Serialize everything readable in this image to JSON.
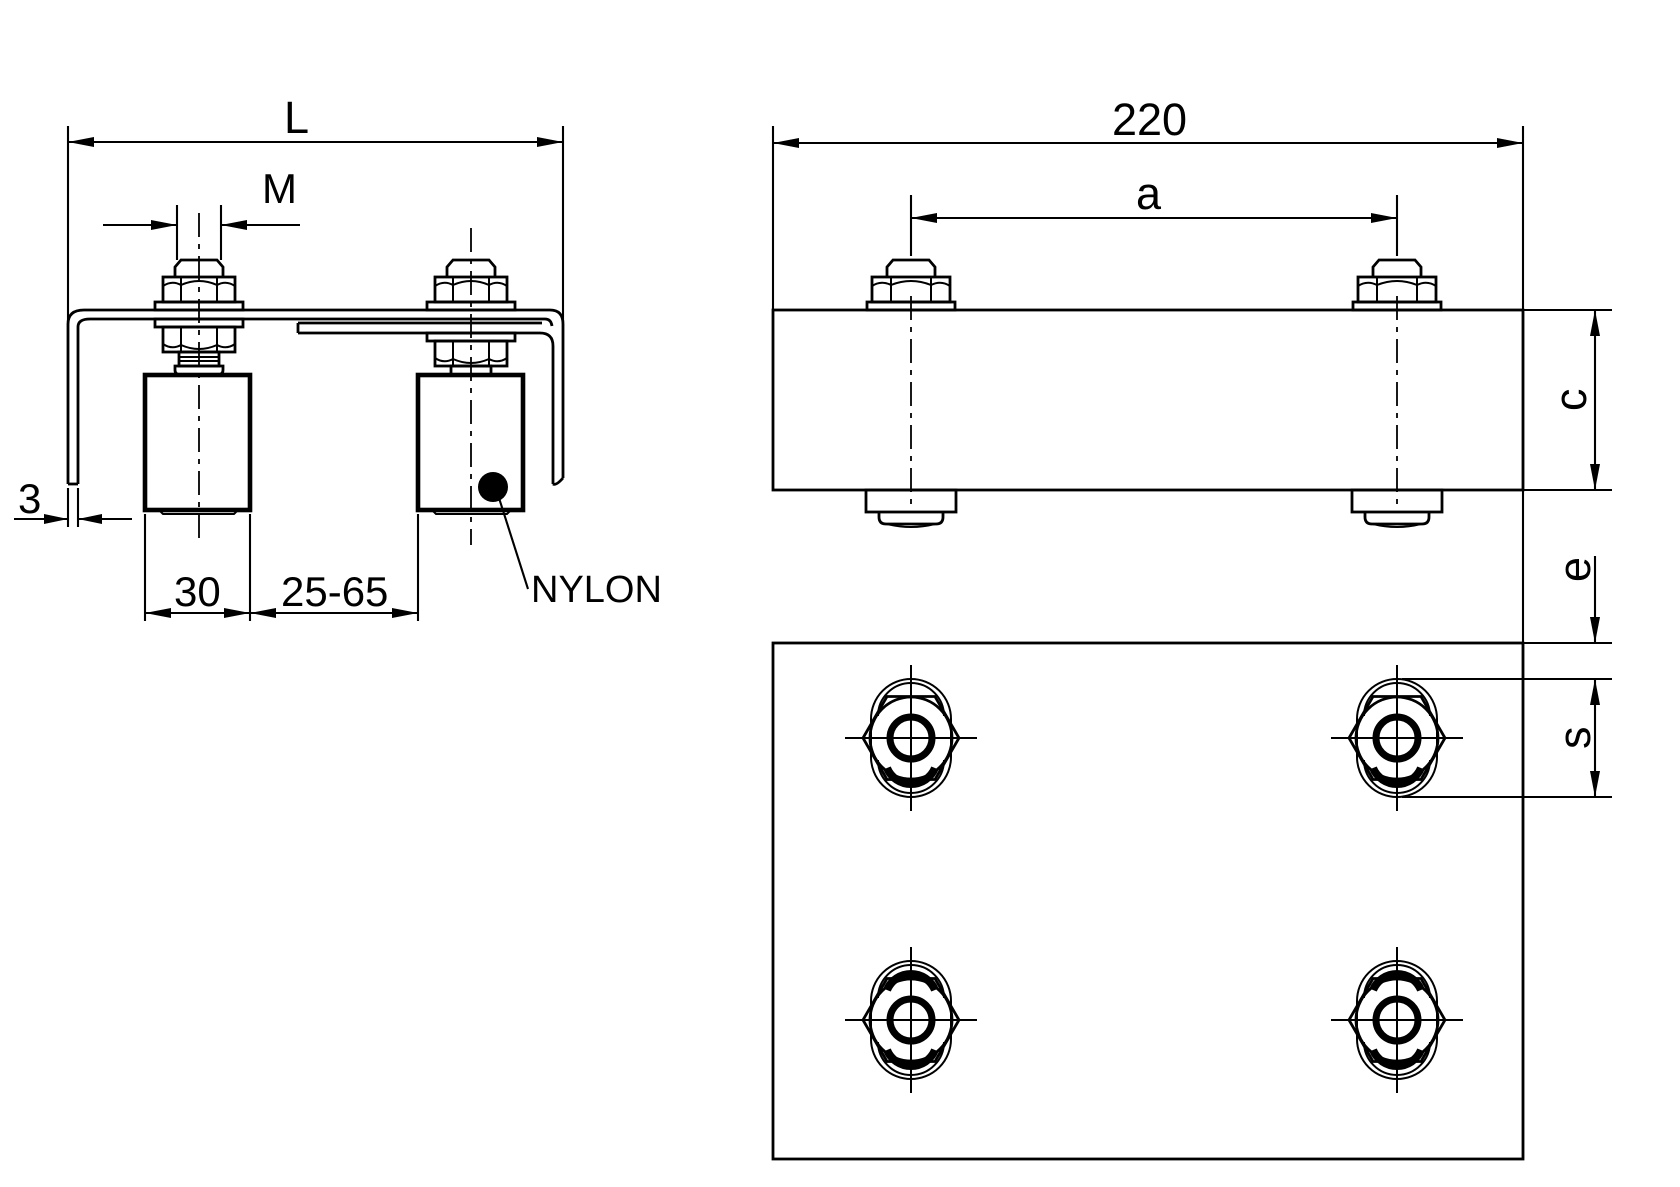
{
  "colors": {
    "line": "#000000",
    "background": "#ffffff"
  },
  "front_view": {
    "overall_length_label": "L",
    "thread_size_label": "M",
    "plate_thickness_label": "3",
    "roller_diameter_label": "30",
    "adjustment_range_label": "25-65",
    "material_callout": "NYLON"
  },
  "side_view": {
    "overall_width_label": "220",
    "bolt_spacing_label": "a",
    "profile_height_label": "c"
  },
  "plan_view": {
    "edge_distance_label": "e",
    "slot_length_label": "s"
  }
}
